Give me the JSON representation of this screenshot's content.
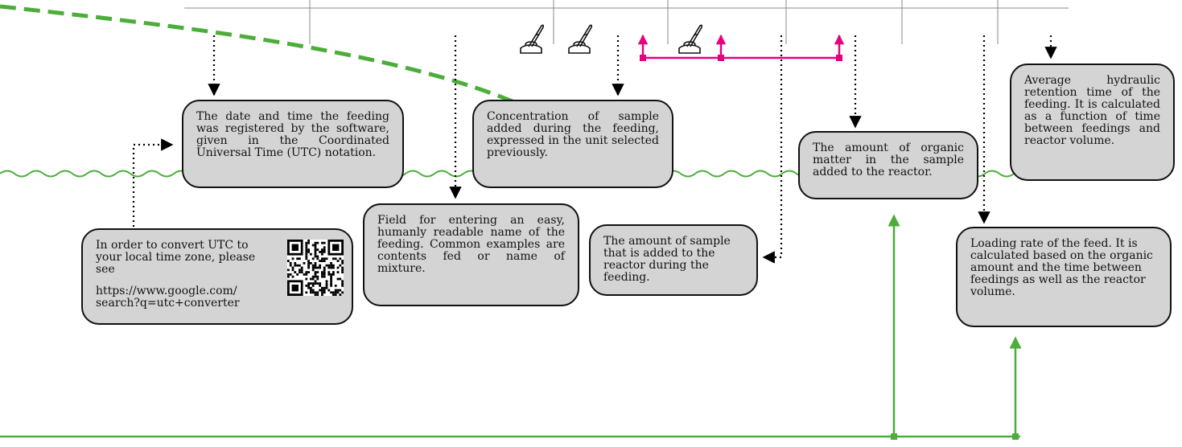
{
  "callouts": {
    "datetime": "The date and time the feeding was registered by the software, given in the Coordinated Universal Time (UTC) notation.",
    "utc_intro": "In order to convert UTC to your local time zone, please see",
    "utc_url_1": "https://www.google.com/",
    "utc_url_2": "search?q=utc+converter",
    "concentration": "Concentration of sample added during the feeding, expressed in the unit selected previously.",
    "name_field": "Field for entering an easy, humanly readable name of the feeding. Common examples are contents fed or name of mixture.",
    "sample_amount": "The amount of sample that is added to the reactor during the feeding.",
    "organic_matter": "The amount of organic matter in the sample added to the reactor.",
    "retention_time": "Average hydraulic retention time of the feeding. It is calculated as a function of time between feedings and reactor volume.",
    "loading_rate": "Loading rate of the feed. It is calculated based on the organic amount and the time between feedings as well as the reactor volume."
  },
  "icons": [
    "pen-ink-icon",
    "pen-ink-icon",
    "pen-ink-icon",
    "qr-code-icon"
  ],
  "colors": {
    "callout_fill": "#d4d4d4",
    "callout_border": "#111111",
    "dashed_curve": "#4cad3a",
    "wavy_line": "#4cad3a",
    "magenta_bracket": "#e6007e",
    "green_connector": "#4cad3a",
    "pointer_arrows": "#000000"
  }
}
